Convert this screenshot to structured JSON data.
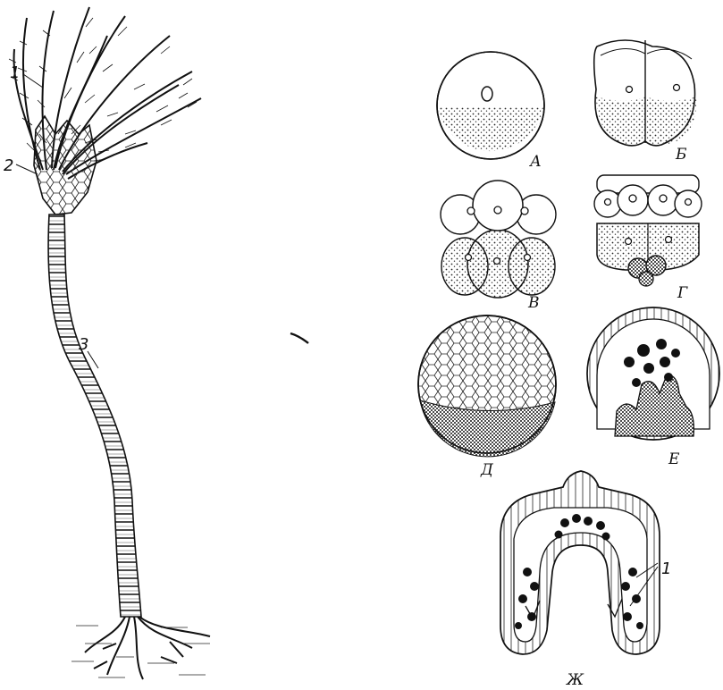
{
  "left_figure": {
    "callouts": [
      "1",
      "2",
      "3"
    ]
  },
  "stages": [
    {
      "letter": "А"
    },
    {
      "letter": "Б"
    },
    {
      "letter": "В"
    },
    {
      "letter": "Г"
    },
    {
      "letter": "Д"
    },
    {
      "letter": "Е"
    },
    {
      "letter": "Ж",
      "callout": "1"
    }
  ]
}
